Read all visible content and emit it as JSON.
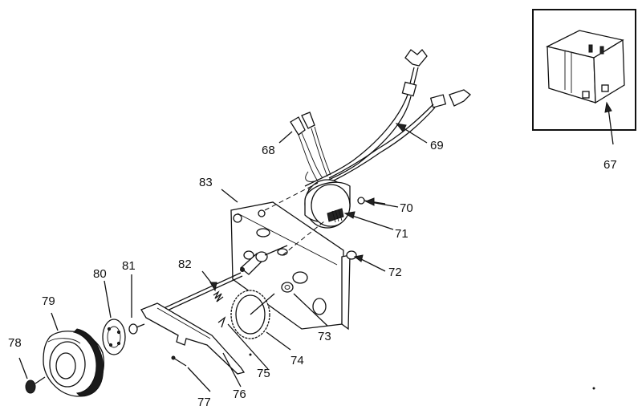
{
  "labels": {
    "p67": "67",
    "p68": "68",
    "p69": "69",
    "p70": "70",
    "p71": "71",
    "p72": "72",
    "p73": "73",
    "p74": "74",
    "p75": "75",
    "p76": "76",
    "p77": "77",
    "p78": "78",
    "p79": "79",
    "p80": "80",
    "p81": "81",
    "p82": "82",
    "p83": "83"
  }
}
